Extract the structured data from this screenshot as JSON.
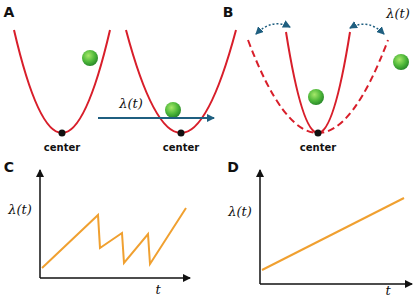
{
  "diagram": {
    "labels": [
      "A",
      "B",
      "center",
      "center",
      "λ(t)",
      "λ(t)",
      "center",
      "C",
      "D",
      "λ(t)",
      "t",
      "λ(t)",
      "t"
    ]
  }
}
